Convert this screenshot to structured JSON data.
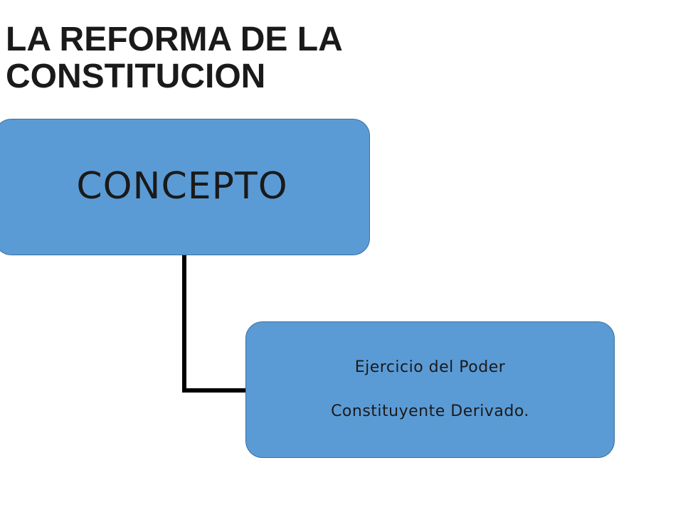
{
  "title": {
    "line1": "LA REFORMA DE LA",
    "line2": "CONSTITUCION"
  },
  "diagram": {
    "root": {
      "label": "CONCEPTO"
    },
    "child": {
      "line1": "Ejercicio del Poder",
      "line2": "Constituyente Derivado."
    }
  },
  "colors": {
    "box_fill": "#5b9bd5",
    "box_border": "#3a6f9f",
    "connector": "#000000",
    "text": "#1a1a1a"
  }
}
